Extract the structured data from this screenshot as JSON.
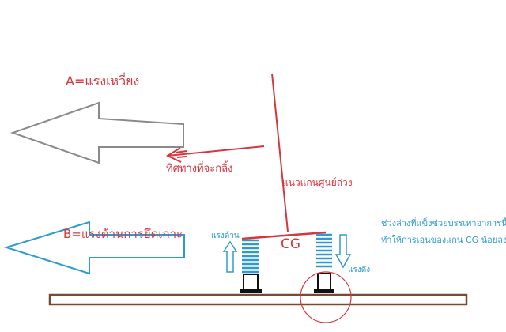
{
  "labels": {
    "force_a": "A=แรงเหวี่ยง",
    "force_b": "B=แรงต้านการยึดเกาะ",
    "tilt_direction": "ทิศทางที่จะกลิ้ง",
    "center_axis": "แนวแกนศูนย์ถ่วง",
    "cg": "CG",
    "resisting_force": "แรงต้าน",
    "pulling_force": "แรงดึง",
    "note_line1": "ช่วงล่างที่แข็งช่วยบรรเทาอาการนี้ได้",
    "note_line2": "ทำให้การเอนของแกน CG น้อยลง"
  },
  "colors": {
    "red": "#d8363f",
    "blue": "#2e9bd0",
    "gray_arrow": "#8a8a8a",
    "ground": "#7a4a30",
    "black": "#111111"
  }
}
